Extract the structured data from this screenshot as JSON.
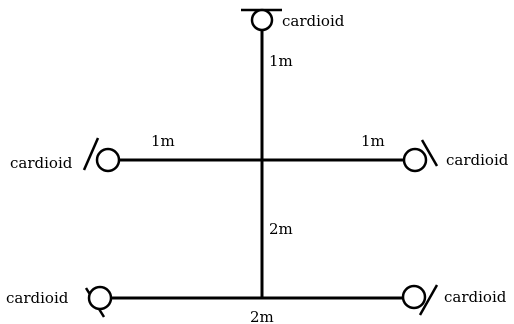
{
  "diagram": {
    "mics": {
      "top": {
        "pattern": "cardioid"
      },
      "left": {
        "pattern": "cardioid"
      },
      "right": {
        "pattern": "cardioid"
      },
      "bottom_left": {
        "pattern": "cardioid"
      },
      "bottom_right": {
        "pattern": "cardioid"
      }
    },
    "distances": {
      "top_vertical": "1m",
      "left_horizontal": "1m",
      "right_horizontal": "1m",
      "lower_vertical": "2m",
      "bottom_horizontal": "2m"
    }
  }
}
